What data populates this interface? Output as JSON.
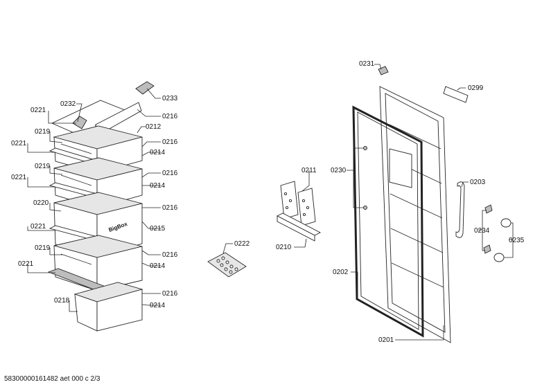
{
  "footer": "58300000161482 aet 000 c 2/3",
  "labels": {
    "l0221a": "0221",
    "l0232": "0232",
    "l0233": "0233",
    "l0216a": "0216",
    "l0212": "0212",
    "l0219a": "0219",
    "l0216b": "0216",
    "l0221b": "0221",
    "l0214a": "0214",
    "l0219b": "0219",
    "l0216c": "0216",
    "l0221c": "0221",
    "l0214b": "0214",
    "l0220": "0220",
    "l0216d": "0216",
    "l0221d": "0221",
    "l0215": "0215",
    "l0219c": "0219",
    "l0216e": "0216",
    "l0221e": "0221",
    "l0214c": "0214",
    "l0216f": "0216",
    "l0218": "0218",
    "l0214d": "0214",
    "l0222": "0222",
    "l0211": "0211",
    "l0210": "0210",
    "l0231": "0231",
    "l0299": "0299",
    "l0230": "0230",
    "l0203": "0203",
    "l0234": "0234",
    "l0235": "0235",
    "l0202": "0202",
    "l0201": "0201"
  },
  "drawer_brand": "BigBox"
}
